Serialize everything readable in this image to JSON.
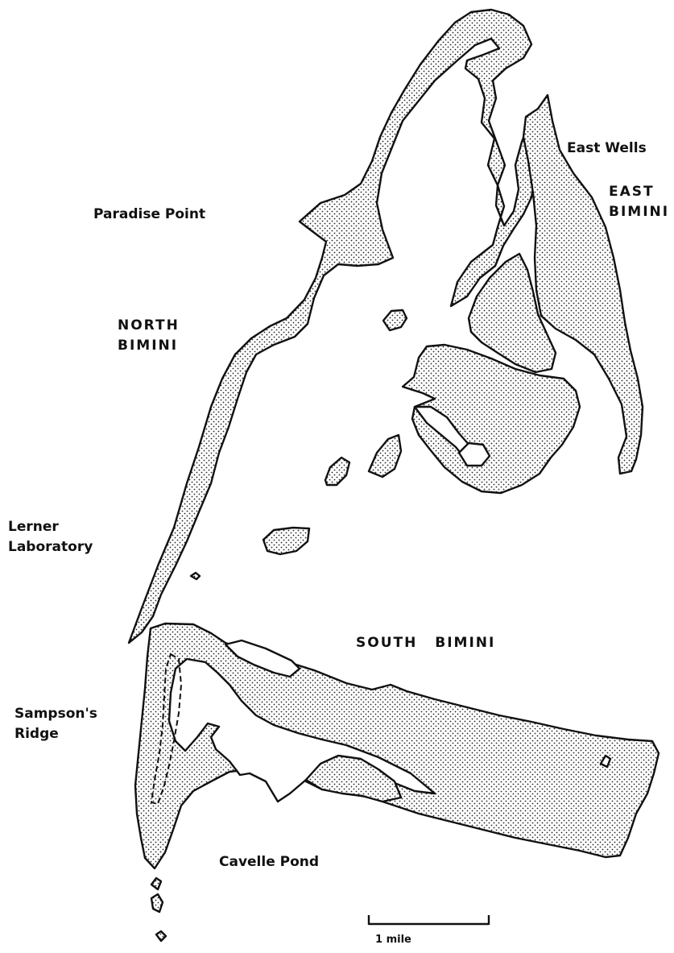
{
  "labels": {
    "east_wells": "East Wells",
    "east_bimini_line1": "EAST",
    "east_bimini_line2": "BIMINI",
    "paradise_point": "Paradise Point",
    "north_bimini_line1": "NORTH",
    "north_bimini_line2": "BIMINI",
    "lerner_line1": "Lerner",
    "lerner_line2": "Laboratory",
    "south_bimini": "SOUTH BIMINI",
    "sampsons_line1": "Sampson's",
    "sampsons_line2": "Ridge",
    "cavelle_pond": "Cavelle Pond"
  },
  "scale_bar": {
    "label": "1 mile"
  },
  "colors": {
    "ink": "#111111",
    "paper": "#ffffff"
  }
}
